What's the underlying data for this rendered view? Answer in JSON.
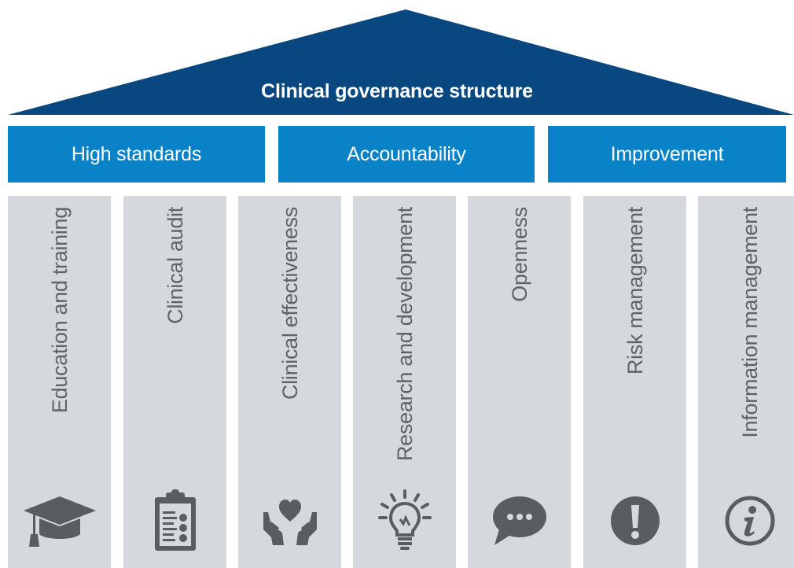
{
  "roof": {
    "title": "Clinical governance structure"
  },
  "beams": [
    {
      "label": "High standards"
    },
    {
      "label": "Accountability"
    },
    {
      "label": "Improvement"
    }
  ],
  "pillars": [
    {
      "label": "Education and training",
      "icon": "graduation-cap-icon"
    },
    {
      "label": "Clinical audit",
      "icon": "clipboard-checklist-icon"
    },
    {
      "label": "Clinical effectiveness",
      "icon": "heart-in-hands-icon"
    },
    {
      "label": "Research and development",
      "icon": "lightbulb-icon"
    },
    {
      "label": "Openness",
      "icon": "speech-bubble-icon"
    },
    {
      "label": "Risk management",
      "icon": "exclamation-icon"
    },
    {
      "label": "Information management",
      "icon": "information-icon"
    }
  ],
  "colors": {
    "roof": "#08477f",
    "beam": "#0a82c8",
    "pillar": "#d5d8dd",
    "pillar_text": "#5f6368",
    "icon": "#595d62"
  }
}
